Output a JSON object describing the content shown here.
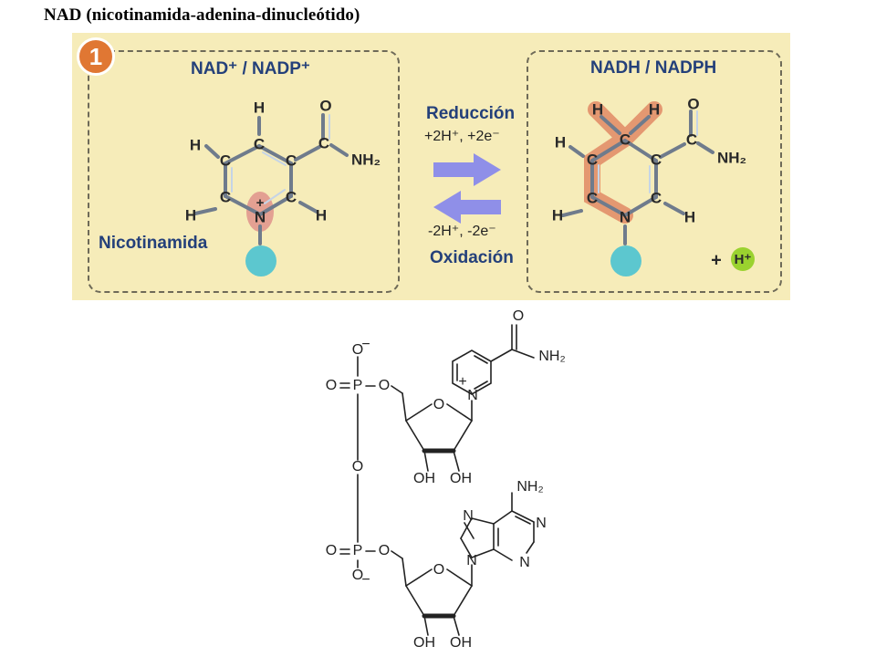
{
  "title": "NAD (nicotinamida-adenina-dinucleótido)",
  "panel": {
    "step_number": "1",
    "left_box": {
      "title": "NAD⁺ / NADP⁺",
      "name": "Nicotinamida"
    },
    "right_box": {
      "title": "NADH / NADPH",
      "plus": "+",
      "proton": "H⁺"
    },
    "reduction": {
      "label": "Reducción",
      "detail": "+2H⁺, +2e⁻"
    },
    "oxidation": {
      "label": "Oxidación",
      "detail": "-2H⁺, -2e⁻"
    },
    "colors": {
      "background": "#f6ecb9",
      "title_text": "#24407a",
      "arrows": "#8f8fe8",
      "highlight": "#e3906a",
      "ribose_dot": "#5cc7cf",
      "proton_dot": "#9ad22f"
    }
  },
  "atoms": {
    "H": "H",
    "C": "C",
    "N": "N",
    "O": "O",
    "P": "P",
    "NH2": "NH₂",
    "OH": "OH",
    "plus": "+",
    "minus": "−"
  }
}
